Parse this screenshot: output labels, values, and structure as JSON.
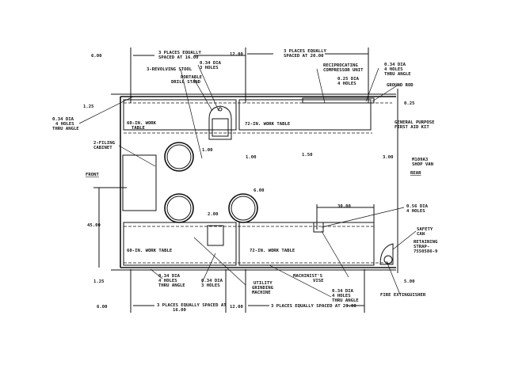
{
  "title_labels": {
    "vehicle": [
      "M109A3",
      "SHOP VAN"
    ],
    "front": "FRONT",
    "rear": "REAR"
  },
  "dimensions": {
    "top_left_offset": "6.00",
    "top_spacing_16": [
      "3 PLACES EQUALLY",
      "SPACED AT 16.00"
    ],
    "top_gap": "12.00",
    "top_spacing_20": [
      "3 PLACES EQUALLY",
      "SPACED AT 20.00"
    ],
    "top_wall_offset": "1.25",
    "right_wall_offset": "0.25",
    "drill_offset": "1.00",
    "table_gap_left": "1.00",
    "table_gap_mid": "1.50",
    "table_gap_right": "3.00",
    "stool_spacing": "6.00",
    "grinder_offset": "2.00",
    "van_depth": "45.00",
    "vise_distance": "30.00",
    "bottom_wall_offset": "1.25",
    "extinguisher_offset": "5.00",
    "bottom_left_offset": "6.00",
    "bottom_spacing_16": [
      "3 PLACES EQUALLY SPACED AT",
      "16.00"
    ],
    "bottom_gap": "12.00",
    "bottom_spacing_20": "3 PLACES EQUALLY SPACED AT 20.00"
  },
  "callouts": {
    "stool": "3-REVOLVING STOOL",
    "drill_stand": [
      "PORTABLE",
      "DRILL STAND"
    ],
    "holes_034_3_top": [
      "0.34 DIA",
      "3 HOLES"
    ],
    "compressor": [
      "RECIPROCATING",
      "COMPRESSOR UNIT"
    ],
    "holes_025_4": [
      "0.25 DIA",
      "4 HOLES"
    ],
    "holes_034_4_top_right": [
      "0.34 DIA",
      "4 HOLES",
      "THRU ANGLE"
    ],
    "ground_rod": "GROUND ROD",
    "first_aid": [
      "GENERAL PURPOSE",
      "FIRST AID KIT"
    ],
    "holes_034_4_left": [
      "0.34 DIA",
      "4 HOLES",
      "THRU ANGLE"
    ],
    "filing_cabinet": [
      "2-FILING",
      "CABINET"
    ],
    "table_60_top": [
      "60-IN. WORK",
      "TABLE"
    ],
    "table_72_top": "72-IN. WORK TABLE",
    "table_60_bottom": "60-IN. WORK TABLE",
    "table_72_bottom": "72-IN. WORK TABLE",
    "holes_056_4": [
      "0.56 DIA",
      "4 HOLES"
    ],
    "safety_can": [
      "SAFETY",
      "CAN"
    ],
    "retaining_strap": [
      "RETAINING",
      "STRAP-",
      "7550586-9"
    ],
    "holes_034_4_bottom_left": [
      "0.34 DIA",
      "4 HOLES",
      "THRU ANGLE"
    ],
    "holes_034_3_bottom": [
      "0.34 DIA",
      "3 HOLES"
    ],
    "grinder": [
      "UTILITY",
      "GRINDING",
      "MACHINE"
    ],
    "vise": [
      "MACHINIST'S",
      "VISE"
    ],
    "holes_034_4_bottom_right": [
      "0.34 DIA",
      "4 HOLES",
      "THRU ANGLE"
    ],
    "fire_extinguisher": "FIRE EXTINGUISHER"
  }
}
